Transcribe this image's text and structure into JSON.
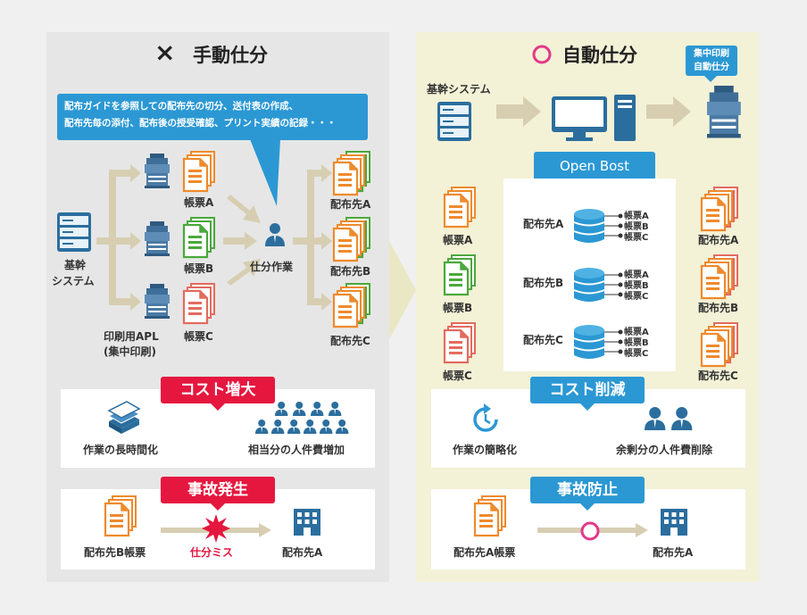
{
  "colors": {
    "accent_blue": "#2b98d4",
    "cost_red": "#e5173f",
    "circle_pink": "#e2388a",
    "doc_orange": "#ee8a2c",
    "doc_green": "#4aa83c",
    "doc_red": "#e26b5e",
    "arrow_beige": "#d7ceb2"
  },
  "left": {
    "mark": "×",
    "title": "手動仕分",
    "bubble_line1": "配布ガイドを参照しての配布先の切分、送付表の作成、",
    "bubble_line2": "配布先毎の添付、配布後の授受確認、プリント実績の記録・・・",
    "source_line1": "基幹",
    "source_line2": "システム",
    "docs": [
      "帳票A",
      "帳票B",
      "帳票C"
    ],
    "printer_line1": "印刷用APL",
    "printer_line2": "(集中印刷)",
    "worker": "仕分作業",
    "dests": [
      "配布先A",
      "配布先B",
      "配布先C"
    ],
    "cost_tag": "コスト増大",
    "cost_item1": "作業の長時間化",
    "cost_item2": "相当分の人件費増加",
    "accident_tag": "事故発生",
    "acc_doc": "配布先B帳票",
    "acc_mistake": "仕分ミス",
    "acc_dest": "配布先A"
  },
  "right": {
    "mark_icon": "circle-mark-icon",
    "title": "自動仕分",
    "badge_line1": "集中印刷",
    "badge_line2": "自動仕分",
    "source": "基幹システム",
    "product": "Open Bost",
    "docs": [
      "帳票A",
      "帳票B",
      "帳票C"
    ],
    "groups": [
      {
        "dest": "配布先A",
        "items": [
          "帳票A",
          "帳票B",
          "帳票C"
        ]
      },
      {
        "dest": "配布先B",
        "items": [
          "帳票A",
          "帳票B",
          "帳票C"
        ]
      },
      {
        "dest": "配布先C",
        "items": [
          "帳票A",
          "帳票B",
          "帳票C"
        ]
      }
    ],
    "dests": [
      "配布先A",
      "配布先B",
      "配布先C"
    ],
    "cost_tag": "コスト削減",
    "cost_item1": "作業の簡略化",
    "cost_item2": "余剰分の人件費削除",
    "prevent_tag": "事故防止",
    "prev_doc": "配布先A帳票",
    "prev_dest": "配布先A"
  }
}
